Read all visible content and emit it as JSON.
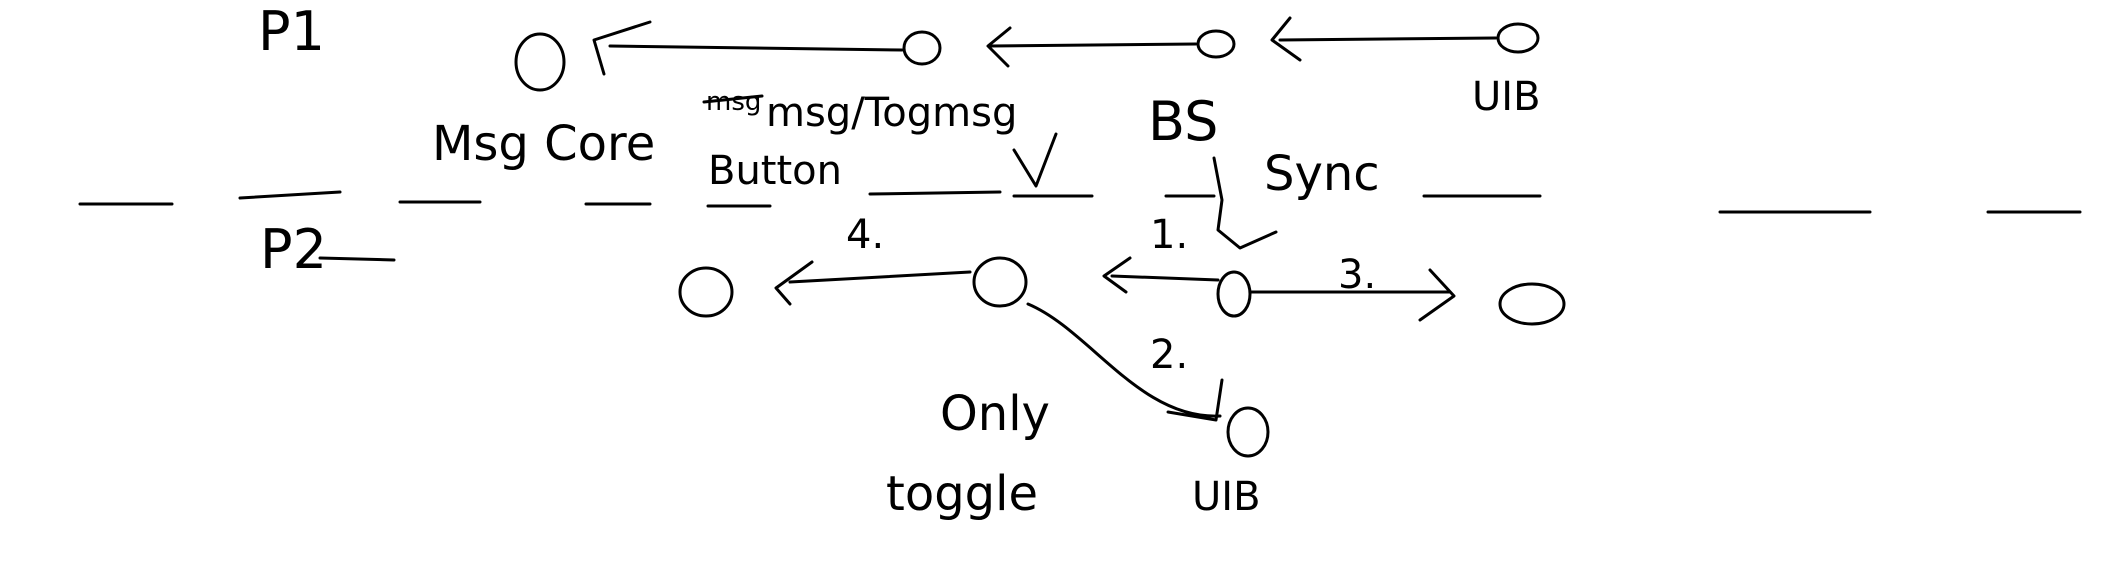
{
  "colors": {
    "ink": "#000000",
    "background": "#ffffff"
  },
  "labels": {
    "p1": "P1",
    "p2": "P2",
    "uib_top": "UIB",
    "uib_bottom": "UIB",
    "bs": "BS",
    "msg_core": "Msg Core",
    "button": "Button",
    "msg_togmsg": "msg/Togmsg",
    "msg_togmsg_struck": "msg",
    "sync": "Sync",
    "only": "Only",
    "toggle": "toggle",
    "step1": "1.",
    "step2": "2.",
    "step3": "3.",
    "step4": "4."
  }
}
